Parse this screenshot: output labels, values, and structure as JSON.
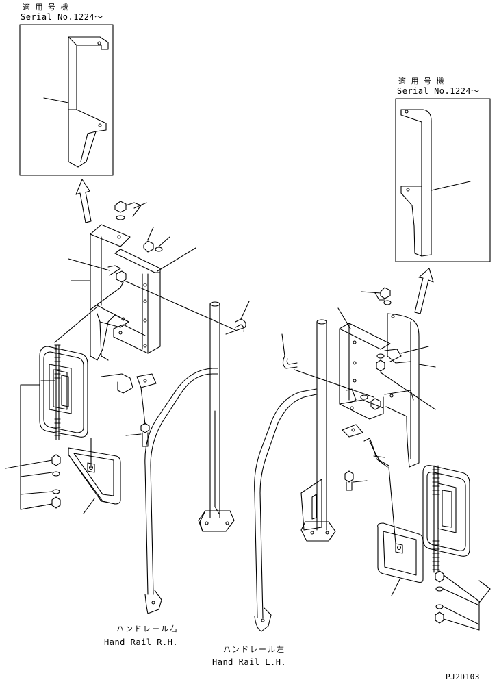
{
  "inset_left": {
    "applicable_label": "適 用 号 機",
    "serial_label": "Serial No.1224～"
  },
  "inset_right": {
    "applicable_label": "適 用 号 機",
    "serial_label": "Serial No.1224～"
  },
  "handrail_rh": {
    "label_jp": "ハンドレール右",
    "label_en": "Hand Rail R.H."
  },
  "handrail_lh": {
    "label_jp": "ハンドレール左",
    "label_en": "Hand Rail L.H."
  },
  "drawing_code": "PJ2D103"
}
